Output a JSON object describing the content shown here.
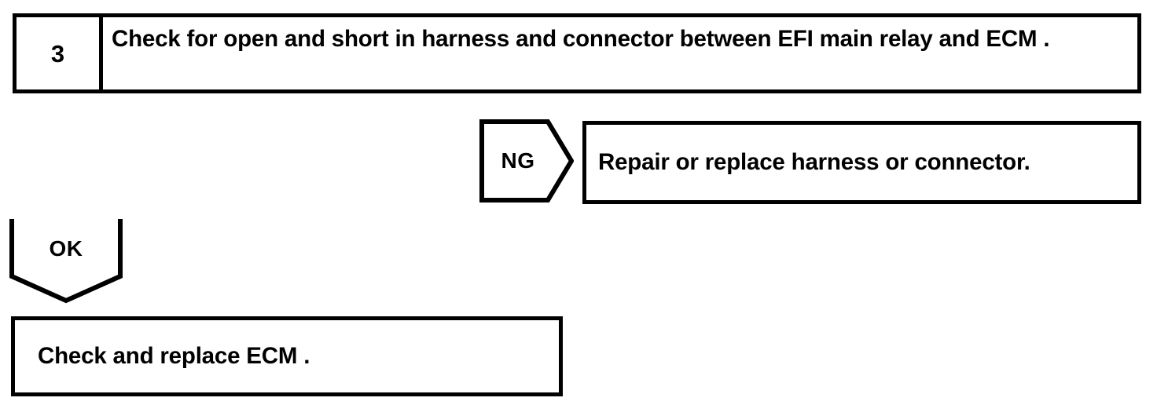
{
  "document": {
    "type": "diagnostic-flowchart",
    "colors": {
      "line": "#000000",
      "background": "#ffffff",
      "text": "#000000"
    }
  },
  "step": {
    "number": "3",
    "instruction": "Check for open and short in harness and connector between EFI main relay and ECM ."
  },
  "branches": {
    "ng": {
      "label": "NG",
      "shape": "right-pointing-pentagon-arrow",
      "result": "Repair or replace harness or connector."
    },
    "ok": {
      "label": "OK",
      "shape": "down-pointing-pentagon-arrow",
      "result": "Check and replace ECM ."
    }
  }
}
